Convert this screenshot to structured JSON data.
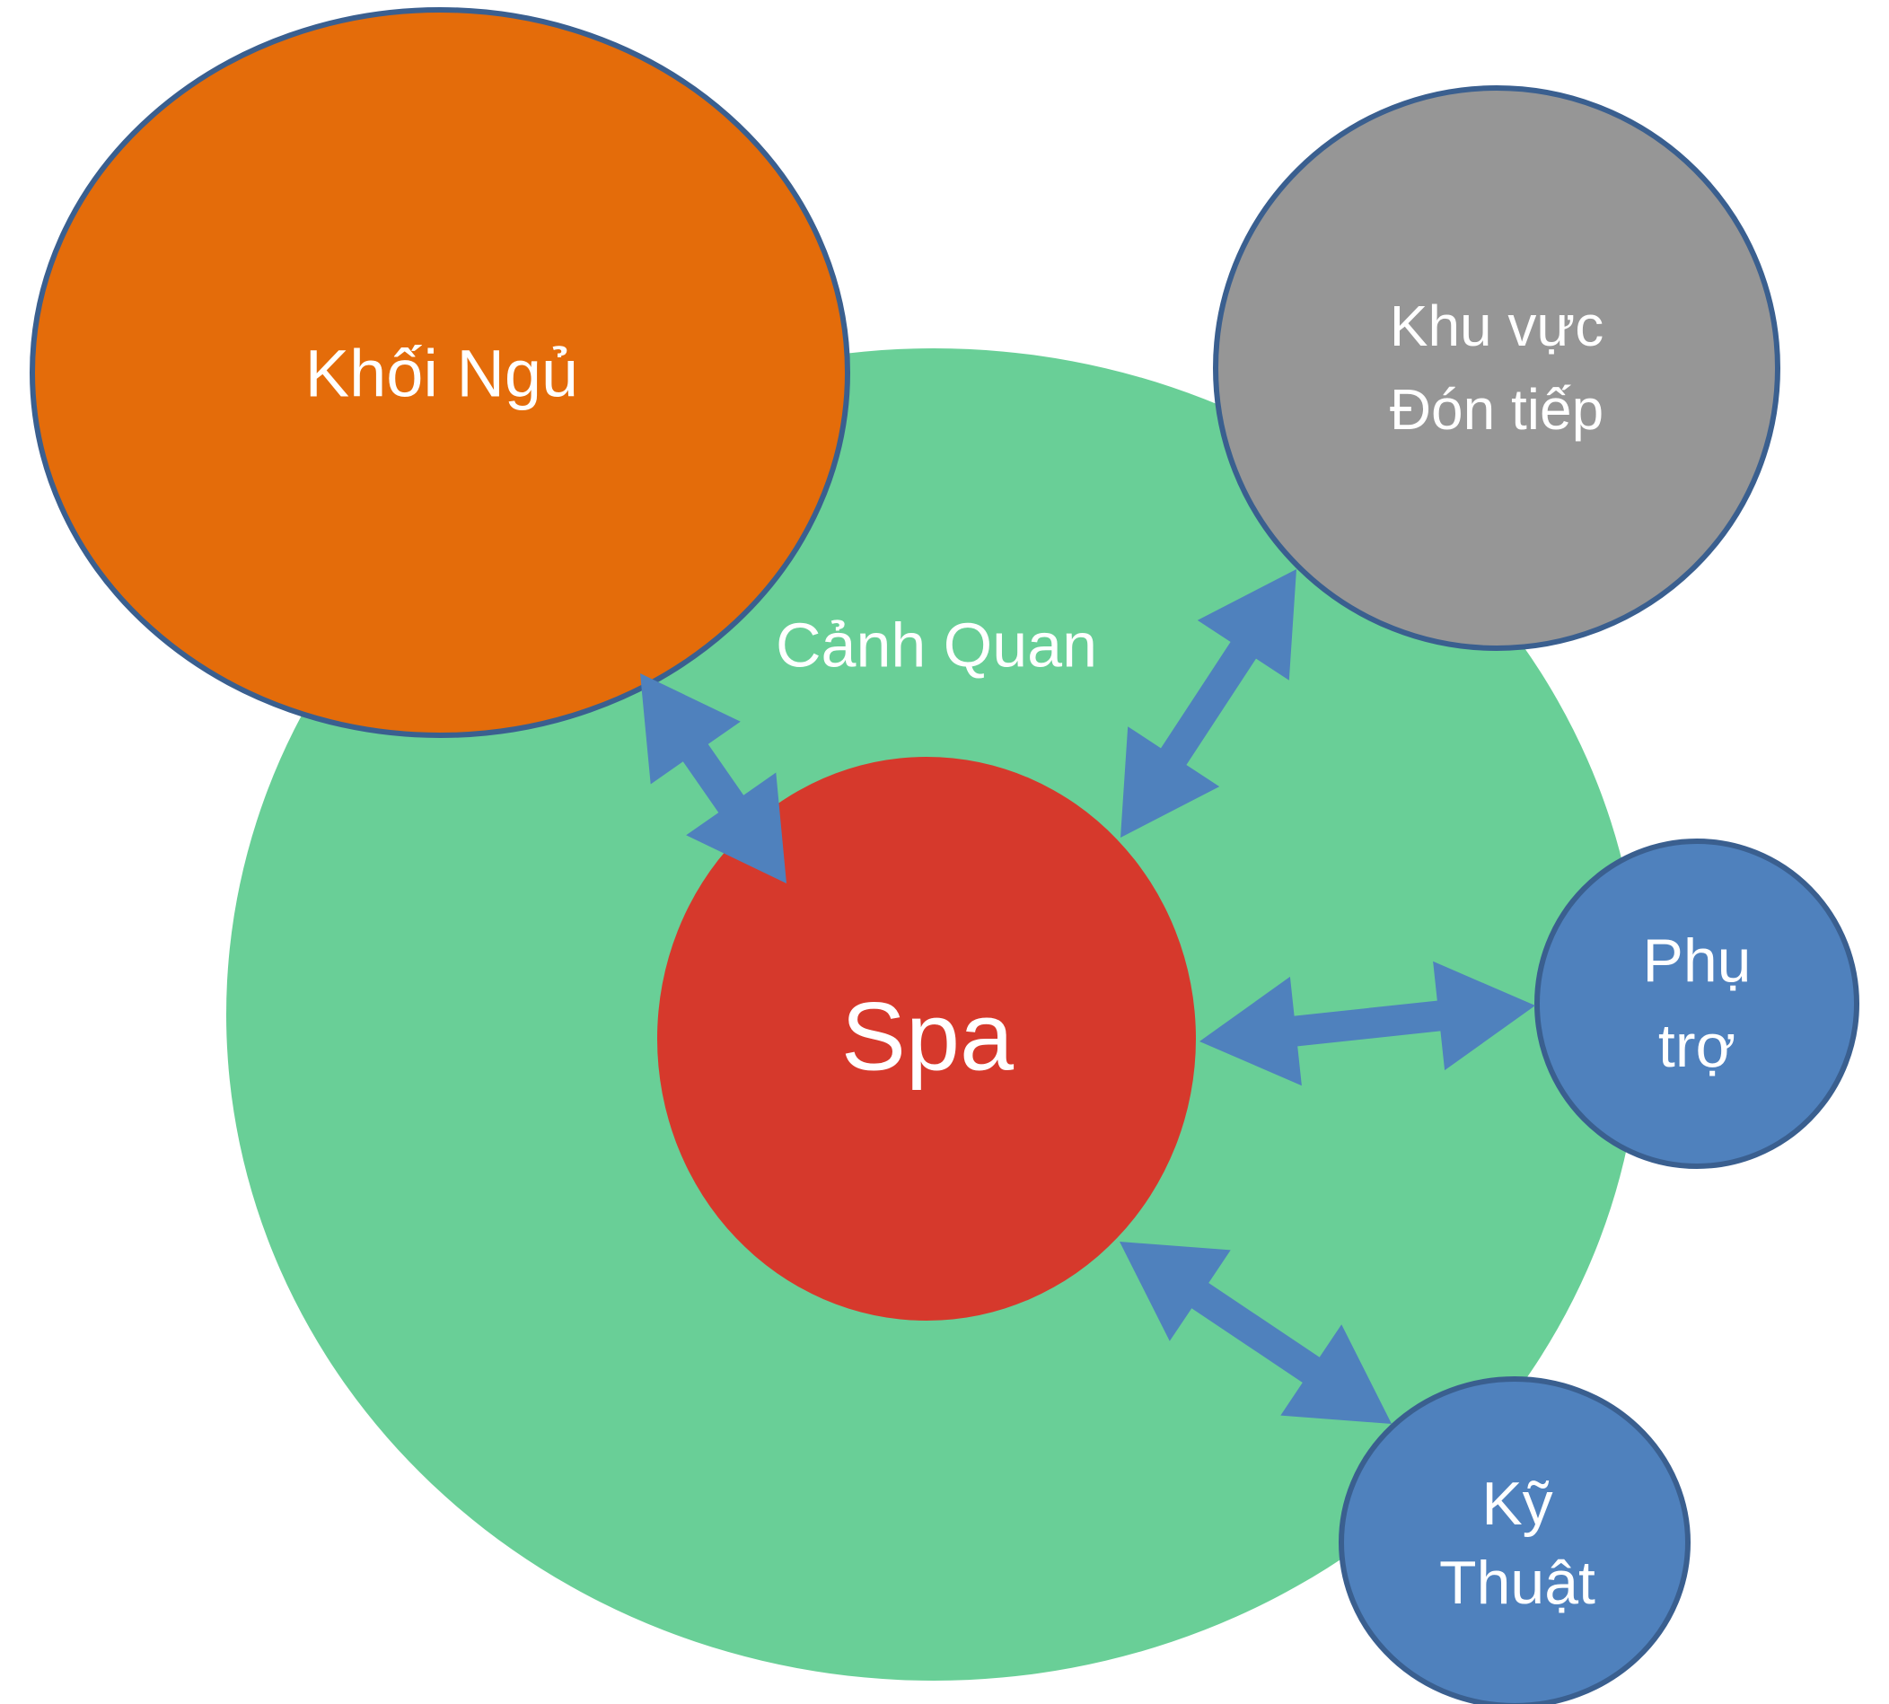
{
  "colors": {
    "landscape": "#69cf97",
    "sleeping": "#e46c0a",
    "reception": "#969696",
    "spa": "#d6392c",
    "auxiliary": "#4f81bd",
    "technical": "#4f81bd",
    "outline": "#3a5f8f",
    "arrow": "#4f81bd",
    "text": "#ffffff"
  },
  "nodes": {
    "landscape": {
      "label": "Cảnh Quan"
    },
    "sleeping": {
      "label": "Khối Ngủ"
    },
    "reception": {
      "line1": "Khu vực",
      "line2": "Đón tiếp"
    },
    "spa": {
      "label": "Spa"
    },
    "auxiliary": {
      "line1": "Phụ",
      "line2": "trợ"
    },
    "technical": {
      "line1": "Kỹ",
      "line2": "Thuật"
    }
  },
  "connections": [
    {
      "from": "spa",
      "to": "sleeping",
      "type": "bidirectional"
    },
    {
      "from": "spa",
      "to": "reception",
      "type": "bidirectional"
    },
    {
      "from": "spa",
      "to": "auxiliary",
      "type": "bidirectional"
    },
    {
      "from": "spa",
      "to": "technical",
      "type": "bidirectional"
    }
  ]
}
